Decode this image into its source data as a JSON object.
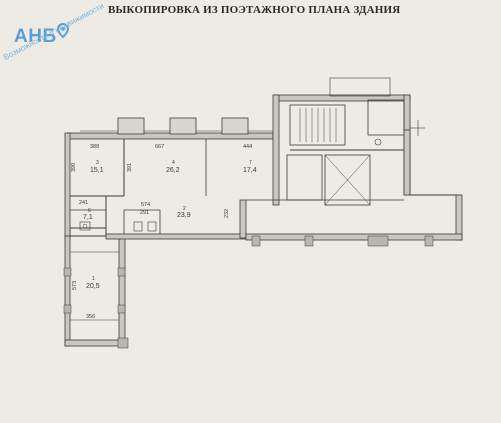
{
  "document": {
    "title": "ВЫКОПИРОВКА ИЗ ПОЭТАЖНОГО ПЛАНА ЗДАНИЯ"
  },
  "watermark": {
    "logo_text": "АНБ",
    "tagline": "Возможности в недвижимости",
    "icon": "location-pin-icon",
    "color": "#5aa0d8"
  },
  "dimensions": {
    "d388": "388",
    "d667": "667",
    "d444": "444",
    "d390": "390",
    "d391": "391",
    "d241": "241",
    "d291": "291",
    "d574": "574",
    "d232": "232",
    "d573": "573",
    "d356": "356"
  },
  "rooms": {
    "r3": {
      "num": "3",
      "area": "15,1"
    },
    "r4": {
      "num": "4",
      "area": "26,2"
    },
    "r7": {
      "num": "7",
      "area": "17,4"
    },
    "r6": {
      "num": "6",
      "area": "7,1"
    },
    "r2": {
      "num": "2",
      "area": "23,9"
    },
    "r1": {
      "num": "1",
      "area": "20,5"
    }
  }
}
